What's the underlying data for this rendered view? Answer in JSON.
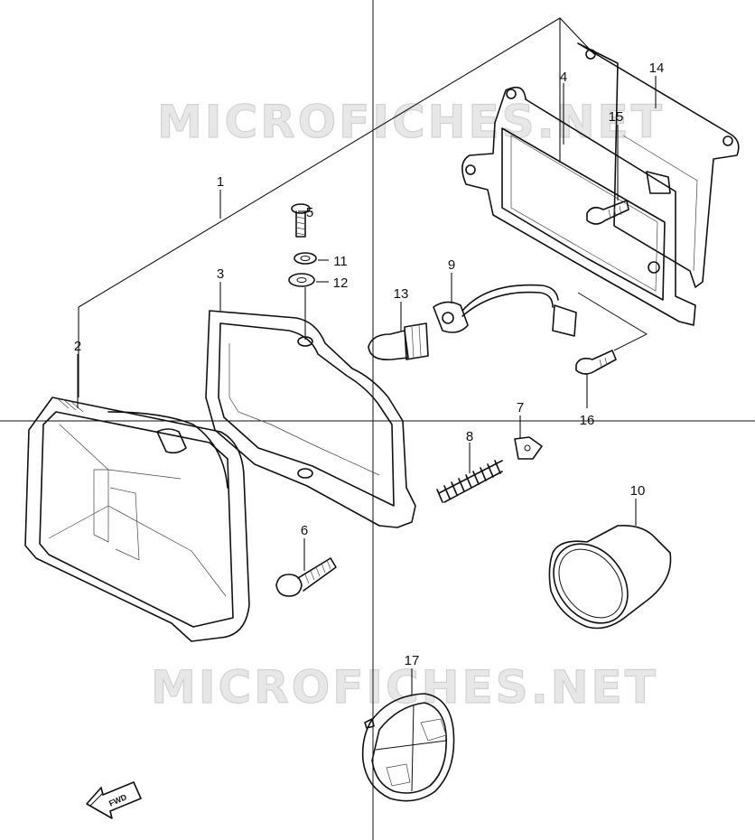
{
  "watermark": {
    "top": "MICROFICHES.NET",
    "bottom": "MICROFICHES.NET"
  },
  "direction_arrow": {
    "label": "FWD",
    "icon": "forward-arrow-icon"
  },
  "callouts": [
    "1",
    "2",
    "3",
    "4",
    "5",
    "6",
    "7",
    "8",
    "9",
    "10",
    "11",
    "12",
    "13",
    "14",
    "15",
    "16",
    "17"
  ],
  "parts": {
    "headlight_assembly": "1",
    "lens_unit": "2",
    "headlight_rim": "3",
    "mounting_bracket": "4",
    "screw_top": "5",
    "screw_lower": "6",
    "nut": "7",
    "spring": "8",
    "socket_harness": "9",
    "socket_cover": "10",
    "washer": "11",
    "washer_flat": "12",
    "bulb": "13",
    "rear_bracket": "14",
    "screw_bracket": "15",
    "screw_bracket_lower": "16",
    "reflector": "17"
  }
}
